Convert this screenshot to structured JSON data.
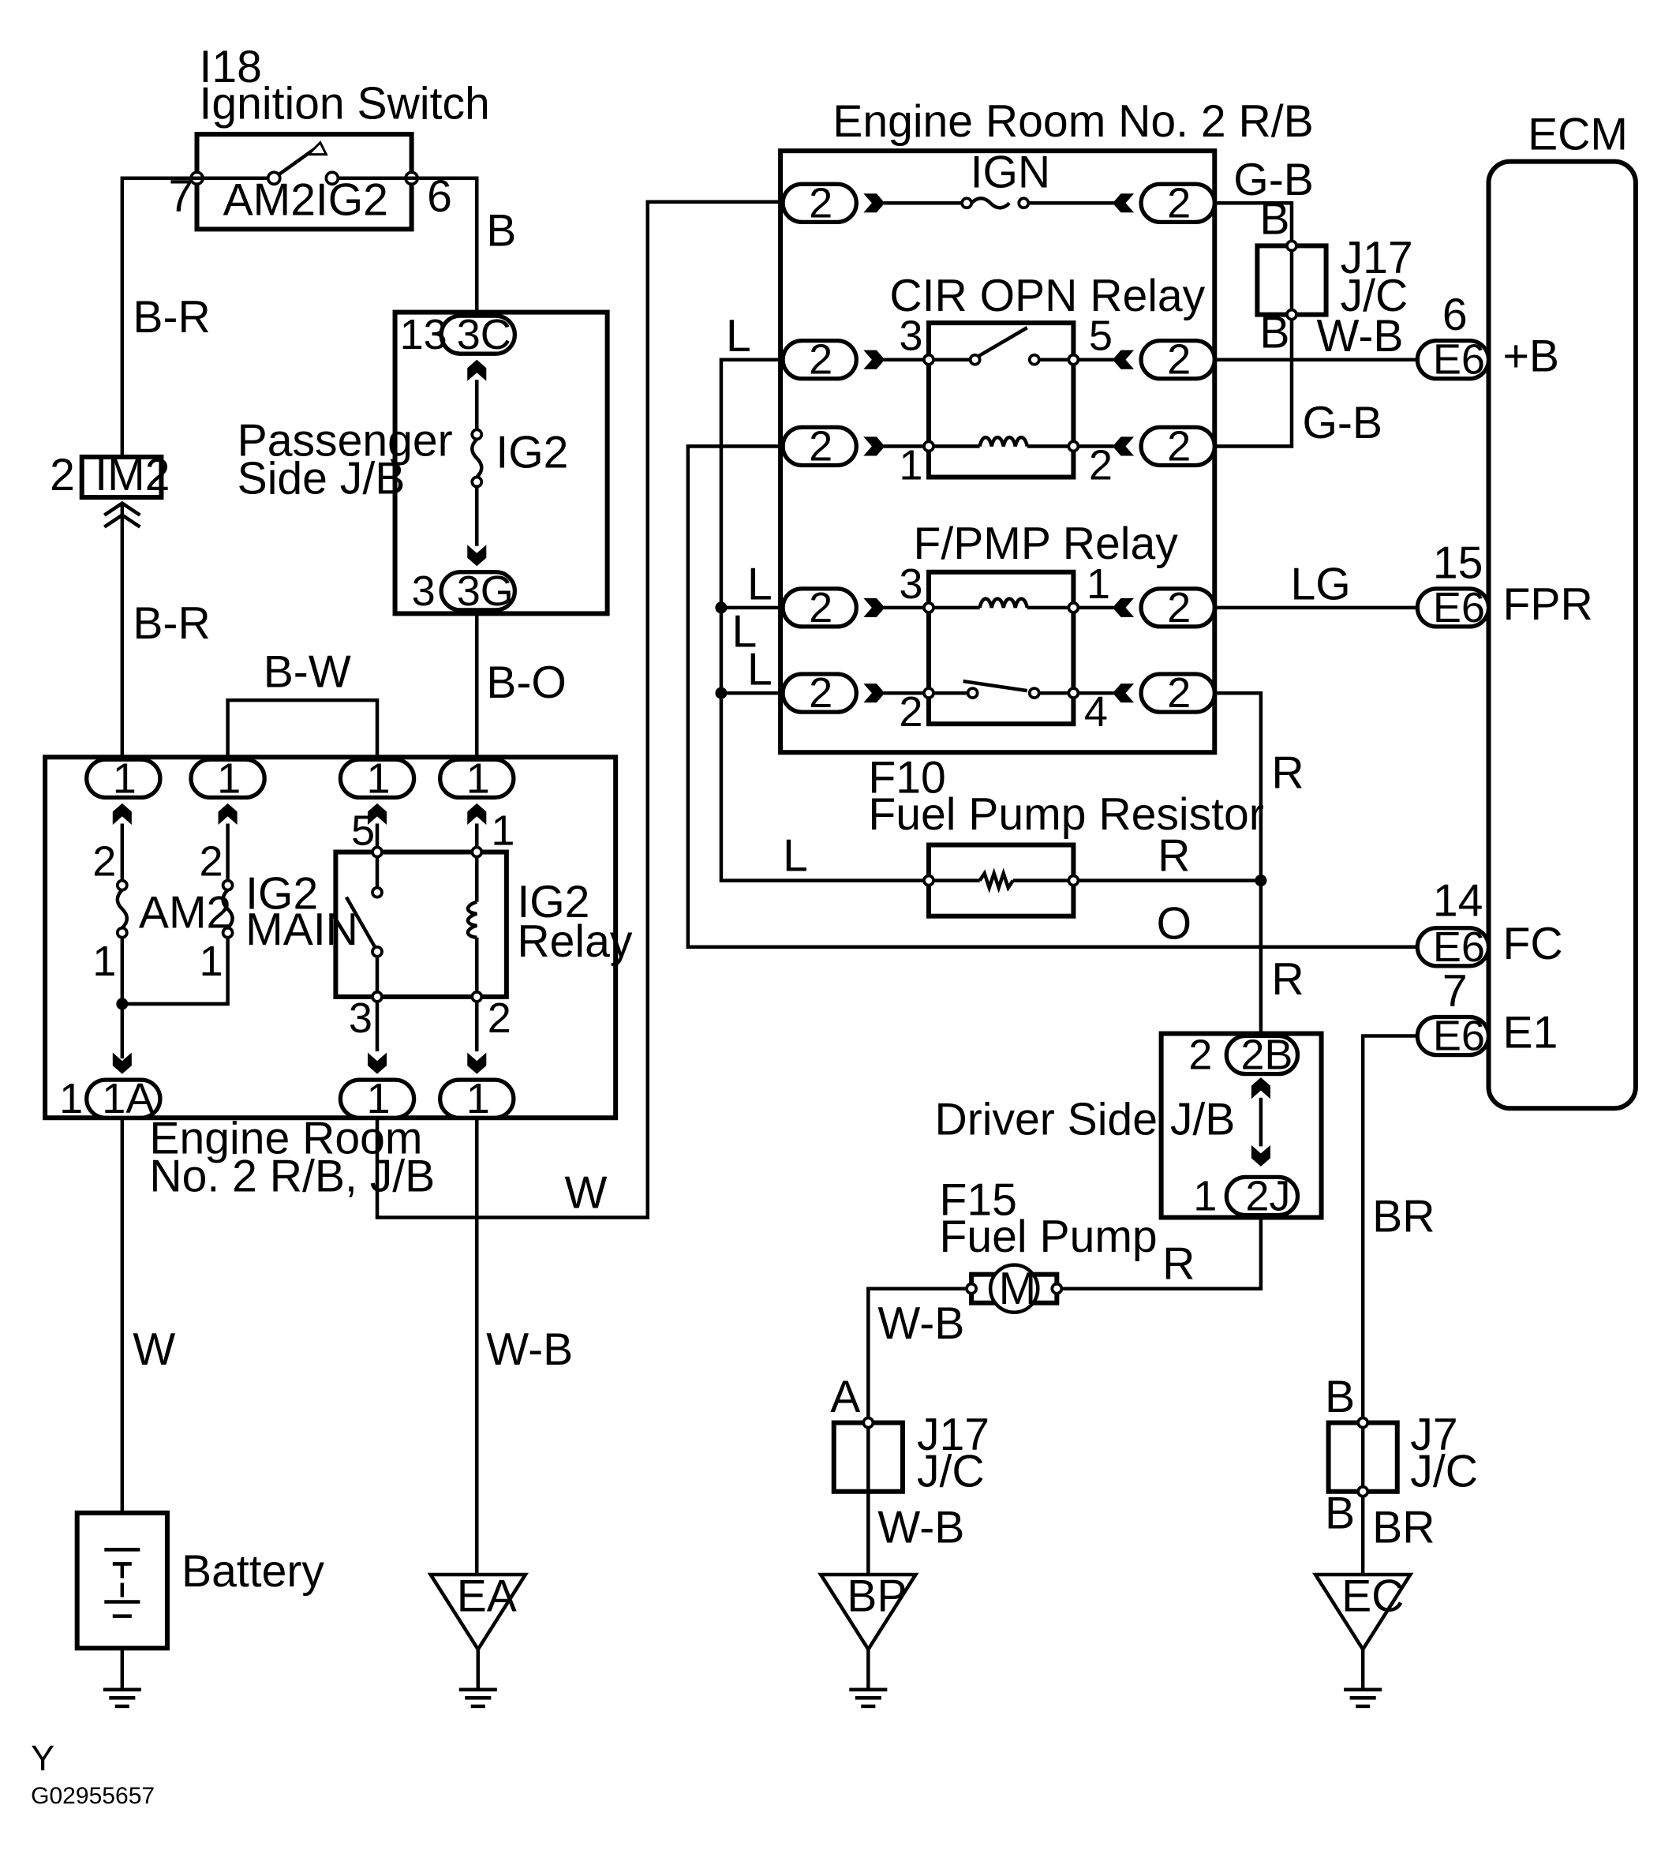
{
  "ignition_switch": {
    "code": "I18",
    "name": "Ignition Switch",
    "term_am2": "AM2",
    "term_ig2": "IG2",
    "pin_left": "7",
    "pin_right": "6"
  },
  "passenger_jb": {
    "name_line1": "Passenger",
    "name_line2": "Side J/B",
    "top_conn": "3C",
    "top_pin": "13",
    "fuse": "IG2",
    "bottom_conn": "3G",
    "bottom_pin": "3"
  },
  "im2": {
    "conn": "IM2",
    "pin": "2"
  },
  "er2_jb": {
    "name_line1": "Engine Room",
    "name_line2": "No. 2 R/B, J/B",
    "fuse_am2": "AM2",
    "fuse_ig2main_1": "IG2",
    "fuse_ig2main_2": "MAIN",
    "relay_line1": "IG2",
    "relay_line2": "Relay",
    "conn_1": "1",
    "conn_1a": "1A",
    "pin_1a": "1",
    "pin_2": "2",
    "pin_3": "3",
    "pin_5": "5"
  },
  "er2_rb": {
    "name": "Engine Room No. 2 R/B",
    "ign_fuse": "IGN",
    "cir_relay": "CIR OPN Relay",
    "fpmp_relay": "F/PMP Relay",
    "conn": "2",
    "pins": {
      "p1": "1",
      "p2": "2",
      "p3": "3",
      "p4": "4",
      "p5": "5"
    }
  },
  "j17_top": {
    "code": "J17",
    "type": "J/C",
    "pin_a": "B",
    "pin_b": "B"
  },
  "j17_bottom": {
    "code": "J17",
    "type": "J/C",
    "pin_a": "A"
  },
  "j7": {
    "code": "J7",
    "type": "J/C",
    "pin_a": "B",
    "pin_b": "B"
  },
  "ecm": {
    "name": "ECM",
    "conn": "E6",
    "pins": [
      {
        "num": "6",
        "term": "+B"
      },
      {
        "num": "15",
        "term": "FPR"
      },
      {
        "num": "14",
        "term": "FC"
      },
      {
        "num": "7",
        "term": "E1"
      }
    ]
  },
  "resistor": {
    "code": "F10",
    "name": "Fuel Pump Resistor"
  },
  "fuel_pump": {
    "code": "F15",
    "name": "Fuel Pump",
    "symbol": "M"
  },
  "driver_jb": {
    "name": "Driver Side J/B",
    "top_conn": "2B",
    "top_pin": "2",
    "bottom_conn": "2J",
    "bottom_pin": "1"
  },
  "battery": {
    "name": "Battery"
  },
  "grounds": {
    "ea": "EA",
    "bp": "BP",
    "ec": "EC"
  },
  "wires": {
    "b_r": "B-R",
    "b": "B",
    "b_w": "B-W",
    "b_o": "B-O",
    "w": "W",
    "w_b": "W-B",
    "g_b": "G-B",
    "l": "L",
    "lg": "LG",
    "r": "R",
    "o": "O",
    "br": "BR"
  },
  "footer": {
    "line1": "Y",
    "line2": "G02955657"
  }
}
